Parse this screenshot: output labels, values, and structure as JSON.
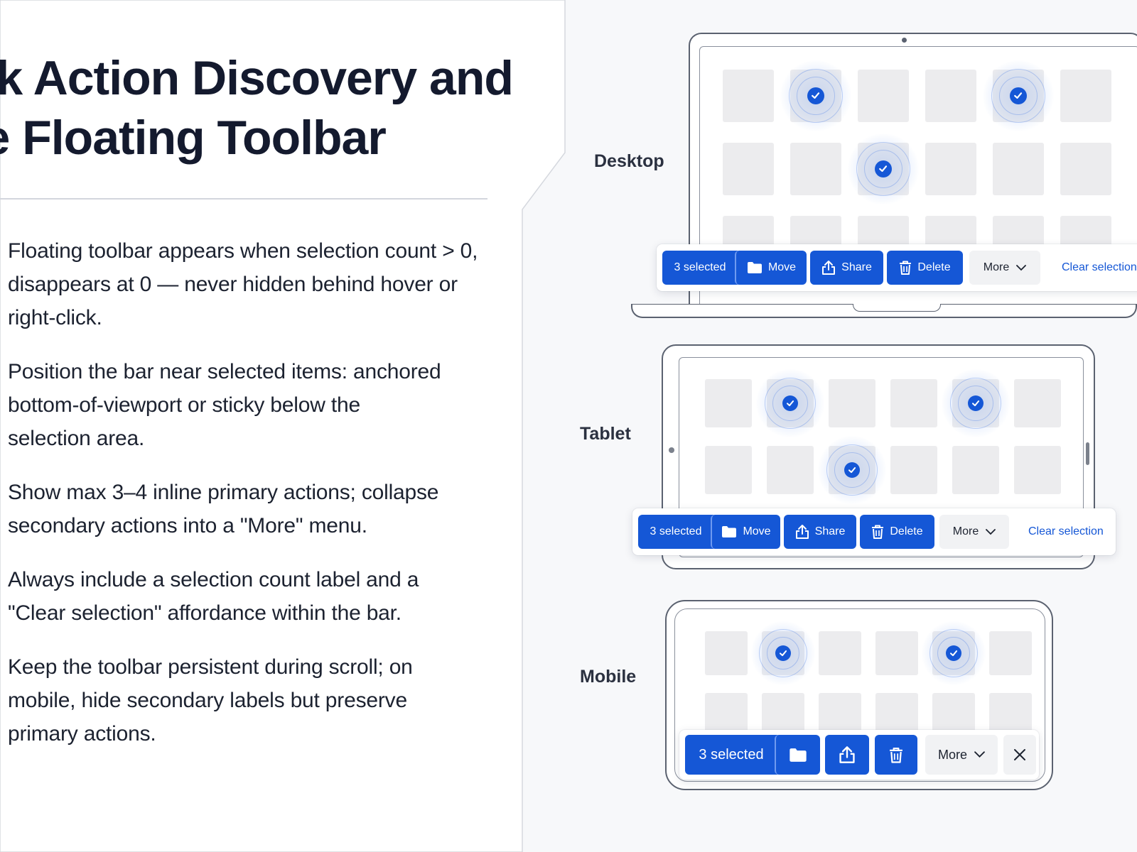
{
  "title": {
    "line1": "ulk Action Discovery and",
    "line2": "he Floating Toolbar"
  },
  "bullets": [
    "Floating toolbar appears when selection count > 0, disappears at 0 — never hidden behind hover or right-click.",
    "Position the bar near selected items: anchored bottom-of-viewport or sticky below the selection area.",
    "Show max 3–4 inline primary actions; collapse secondary actions into a \"More\" menu.",
    "Always include a selection count label and a \"Clear selection\" affordance within the bar.",
    "Keep the toolbar persistent during scroll; on mobile, hide secondary labels but preserve primary actions."
  ],
  "devices": {
    "desktop": {
      "label": "Desktop",
      "toolbar": {
        "count": "3 selected",
        "move": "Move",
        "share": "Share",
        "delete": "Delete",
        "more": "More",
        "clear": "Clear selection"
      }
    },
    "tablet": {
      "label": "Tablet",
      "toolbar": {
        "count": "3 selected",
        "move": "Move",
        "share": "Share",
        "delete": "Delete",
        "more": "More",
        "clear": "Clear selection"
      }
    },
    "mobile": {
      "label": "Mobile",
      "toolbar": {
        "count": "3 selected",
        "more": "More"
      }
    }
  },
  "icons": [
    "folder-icon",
    "share-icon",
    "trash-icon",
    "chevron-down-icon",
    "close-icon",
    "check-icon"
  ],
  "colors": {
    "accent": "#1557d6",
    "background": "#f7f8fa",
    "tile": "#ececee",
    "text": "#141a2e"
  }
}
